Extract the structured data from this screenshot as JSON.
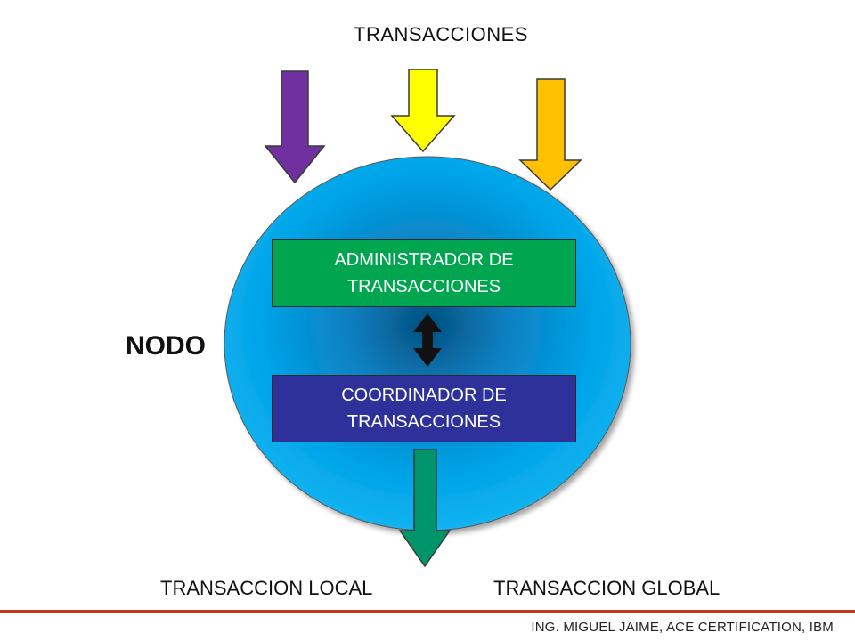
{
  "top_label": "TRANSACCIONES",
  "node_label": "NODO",
  "admin_box": {
    "line1": "ADMINISTRADOR DE",
    "line2": "TRANSACCIONES"
  },
  "coord_box": {
    "line1": "COORDINADOR DE",
    "line2": "TRANSACCIONES"
  },
  "bottom_left_label": "TRANSACCION LOCAL",
  "bottom_right_label": "TRANSACCION GLOBAL",
  "footer": "ING. MIGUEL JAIME, ACE CERTIFICATION, IBM",
  "colors": {
    "arrow_purple": "#7030a0",
    "arrow_yellow": "#ffff00",
    "arrow_orange": "#ffc000",
    "arrow_green": "#00946b",
    "node_blue": "#00a0e6",
    "admin_green": "#00a550",
    "coord_navy": "#2e3199",
    "divider_red": "#c0391b"
  }
}
